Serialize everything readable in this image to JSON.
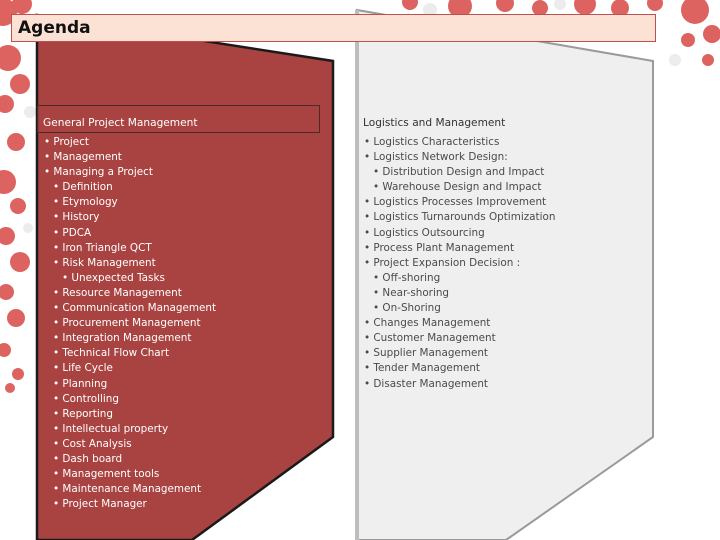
{
  "slide": {
    "title": "Agenda",
    "colors": {
      "left_panel": "#a84341",
      "right_panel": "#efefef",
      "title_fill": "#fbe2d5",
      "title_border": "#c0504d",
      "blobs": "#d9534f"
    }
  },
  "left_column": {
    "heading": "General Project Management",
    "items": [
      "• Project",
      "• Management",
      "• Managing a Project",
      "• Definition",
      "• Etymology",
      "• History",
      "• PDCA",
      "• Iron Triangle QCT",
      "• Risk Management",
      "• Unexpected Tasks",
      "• Resource Management",
      "• Communication Management",
      "• Procurement Management",
      "• Integration Management",
      "• Technical Flow Chart",
      "• Life Cycle",
      "• Planning",
      "• Controlling",
      "• Reporting",
      "• Intellectual property",
      "• Cost Analysis",
      "• Dash board",
      "• Management tools",
      "• Maintenance Management",
      "• Project Manager"
    ]
  },
  "right_column": {
    "heading": "Logistics and Management",
    "items": [
      "• Logistics Characteristics",
      "• Logistics Network Design:",
      "• Distribution Design and Impact",
      "• Warehouse Design and Impact",
      "• Logistics Processes Improvement",
      "• Logistics Turnarounds Optimization",
      "• Logistics Outsourcing",
      "• Process Plant Management",
      "• Project Expansion Decision :",
      "• Off-shoring",
      "• Near-shoring",
      "• On-Shoring",
      "• Changes Management",
      "• Customer Management",
      "• Supplier Management",
      "• Tender Management",
      "• Disaster Management"
    ]
  }
}
